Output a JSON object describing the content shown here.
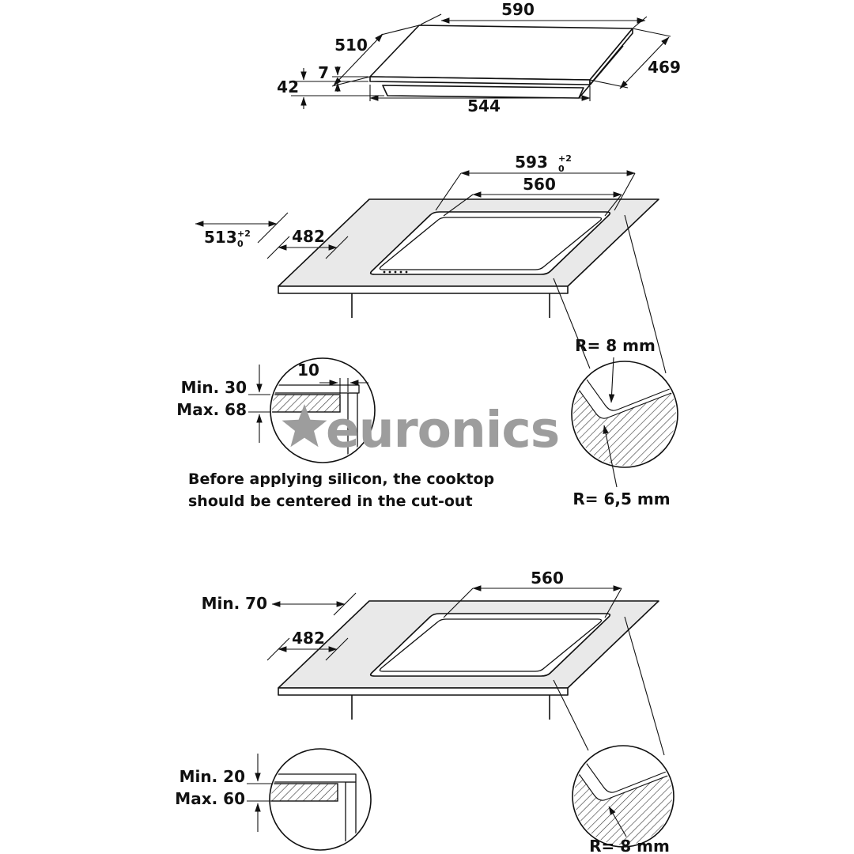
{
  "brand_watermark": {
    "text": "euronics"
  },
  "product_view": {
    "width_top": "590",
    "depth_left": "510",
    "depth_right": "469",
    "glass_thickness": "7",
    "total_height": "42",
    "width_bottom": "544"
  },
  "cutout_view_1": {
    "outer_width": "593",
    "outer_width_tol_upper": "+2",
    "outer_width_tol_lower": "0",
    "inner_width": "560",
    "outer_depth": "513",
    "outer_depth_tol_upper": "+2",
    "outer_depth_tol_lower": "0",
    "inner_depth": "482"
  },
  "detail_overlap": {
    "clearance": "10",
    "thickness_min": "Min. 30",
    "thickness_max": "Max. 68"
  },
  "detail_radius": {
    "outer_radius": "R= 8 mm",
    "inner_radius": "R= 6,5 mm"
  },
  "note": {
    "line1": "Before applying silicon, the cooktop",
    "line2": "should be centered in the cut-out"
  },
  "cutout_view_2": {
    "inner_width": "560",
    "edge_min": "Min. 70",
    "inner_depth": "482"
  },
  "detail_flush": {
    "thickness_min": "Min. 20",
    "thickness_max": "Max. 60",
    "corner_radius": "R= 8 mm"
  }
}
